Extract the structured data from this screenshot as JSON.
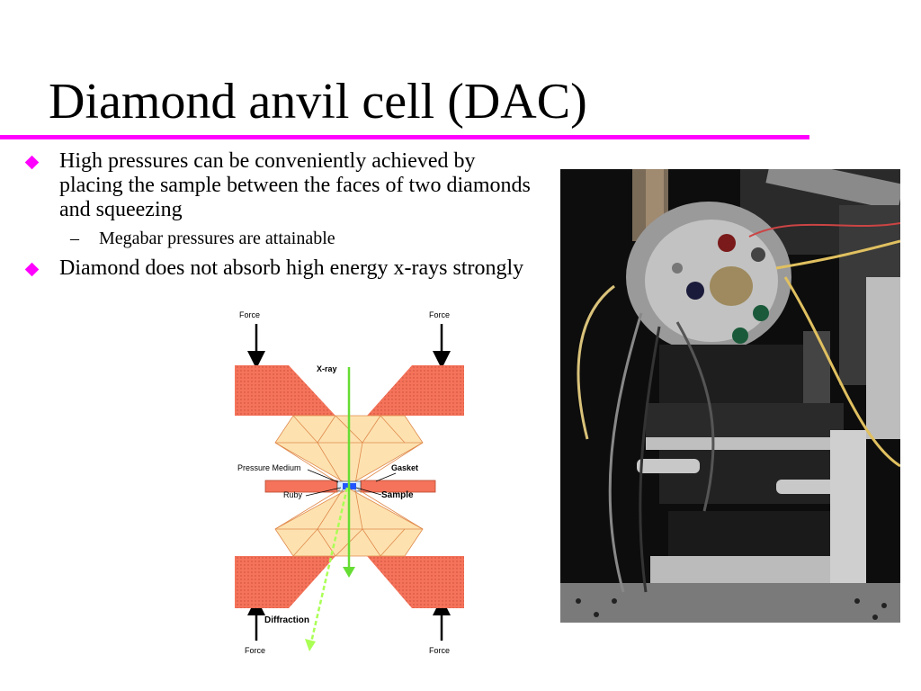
{
  "slide": {
    "title": "Diamond anvil cell (DAC)",
    "rule_color": "#ff00ff",
    "bullet_color": "#ff00ff",
    "bullets": [
      "High pressures can be conveniently achieved by placing the sample between the faces of two diamonds and squeezing",
      "Diamond does not absorb high energy x-rays strongly"
    ],
    "sub_bullets": [
      "Megabar pressures are attainable"
    ],
    "sub_marker": "–"
  },
  "diagram": {
    "labels": {
      "force": "Force",
      "xray": "X-ray",
      "pressure_medium": "Pressure Medium",
      "gasket": "Gasket",
      "ruby": "Ruby",
      "sample": "Sample",
      "diffraction": "Diffraction"
    },
    "colors": {
      "anvil": "#f4735a",
      "diamond": "#fde2b0",
      "diamond_edge": "#e08a4c",
      "xray": "#66dd33",
      "diffraction": "#aaff55",
      "gasket": "#f4735a",
      "sample": "#2255ff"
    }
  }
}
